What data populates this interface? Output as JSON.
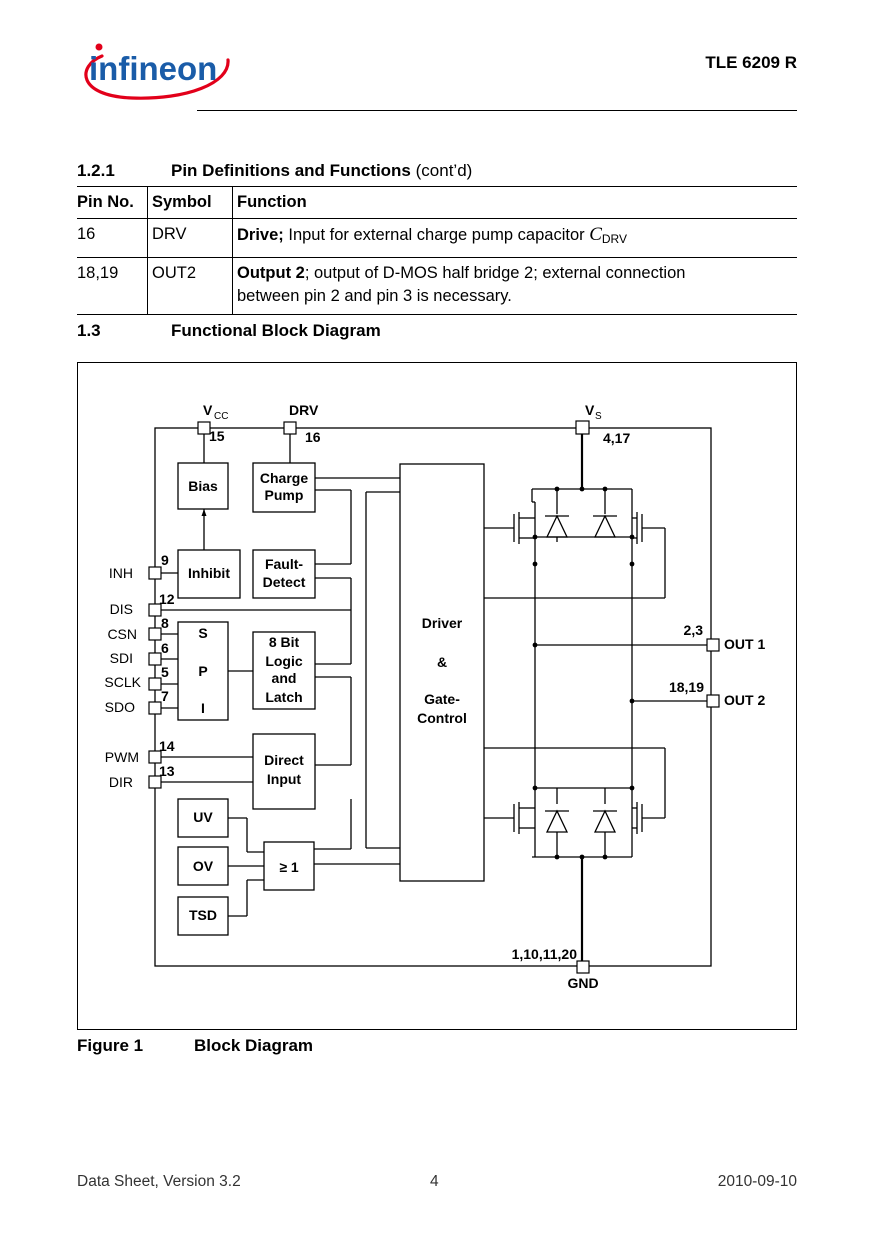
{
  "header": {
    "logo_text": "infineon",
    "doc_title": "TLE 6209 R"
  },
  "section_121": {
    "number": "1.2.1",
    "title": "Pin Definitions and Functions",
    "suffix": "(cont’d)"
  },
  "pin_table": {
    "headers": [
      "Pin No.",
      "Symbol",
      "Function"
    ],
    "rows": [
      {
        "pin": "16",
        "symbol": "DRV",
        "func_bold": "Drive;",
        "func_text": " Input for external charge pump capacitor ",
        "func_sym": "C",
        "func_sub": "DRV",
        "func_text2": ""
      },
      {
        "pin": "18,19",
        "symbol": "OUT2",
        "func_bold": "Output 2",
        "func_text": "; output of D-MOS half bridge 2; external connection",
        "func_sym": "",
        "func_sub": "",
        "func_text2": "between pin 2 and pin 3 is necessary."
      }
    ]
  },
  "section_13": {
    "number": "1.3",
    "title": "Functional Block Diagram"
  },
  "diagram": {
    "top_pins": {
      "vcc": "V",
      "vcc_sub": "CC",
      "vcc_num": "15",
      "drv": "DRV",
      "drv_num": "16",
      "vs": "V",
      "vs_sub": "S",
      "vs_num": "4,17"
    },
    "blocks": {
      "bias": "Bias",
      "charge_pump": [
        "Charge",
        "Pump"
      ],
      "inhibit": "Inhibit",
      "fault_detect": [
        "Fault-",
        "Detect"
      ],
      "spi": [
        "S",
        "P",
        "I"
      ],
      "logic": [
        "8 Bit",
        "Logic",
        "and",
        "Latch"
      ],
      "direct_input": [
        "Direct",
        "Input"
      ],
      "uv": "UV",
      "ov": "OV",
      "tsd": "TSD",
      "or_gate": "≥ 1",
      "driver": [
        "Driver",
        "&",
        "Gate-",
        "Control"
      ]
    },
    "left_pins": [
      {
        "name": "INH",
        "num": "9"
      },
      {
        "name": "DIS",
        "num": "12"
      },
      {
        "name": "CSN",
        "num": "8"
      },
      {
        "name": "SDI",
        "num": "6"
      },
      {
        "name": "SCLK",
        "num": "5"
      },
      {
        "name": "SDO",
        "num": "7"
      },
      {
        "name": "PWM",
        "num": "14"
      },
      {
        "name": "DIR",
        "num": "13"
      }
    ],
    "right_pins": [
      {
        "name": "OUT 1",
        "num": "2,3"
      },
      {
        "name": "OUT 2",
        "num": "18,19"
      }
    ],
    "gnd": {
      "name": "GND",
      "num": "1,10,11,20"
    }
  },
  "figure": {
    "label": "Figure 1",
    "title": "Block Diagram"
  },
  "footer": {
    "left": "Data Sheet, Version 3.2",
    "page": "4",
    "date": "2010-09-10"
  },
  "colors": {
    "logo_blue": "#1a5ca8",
    "logo_red": "#e2001a"
  }
}
